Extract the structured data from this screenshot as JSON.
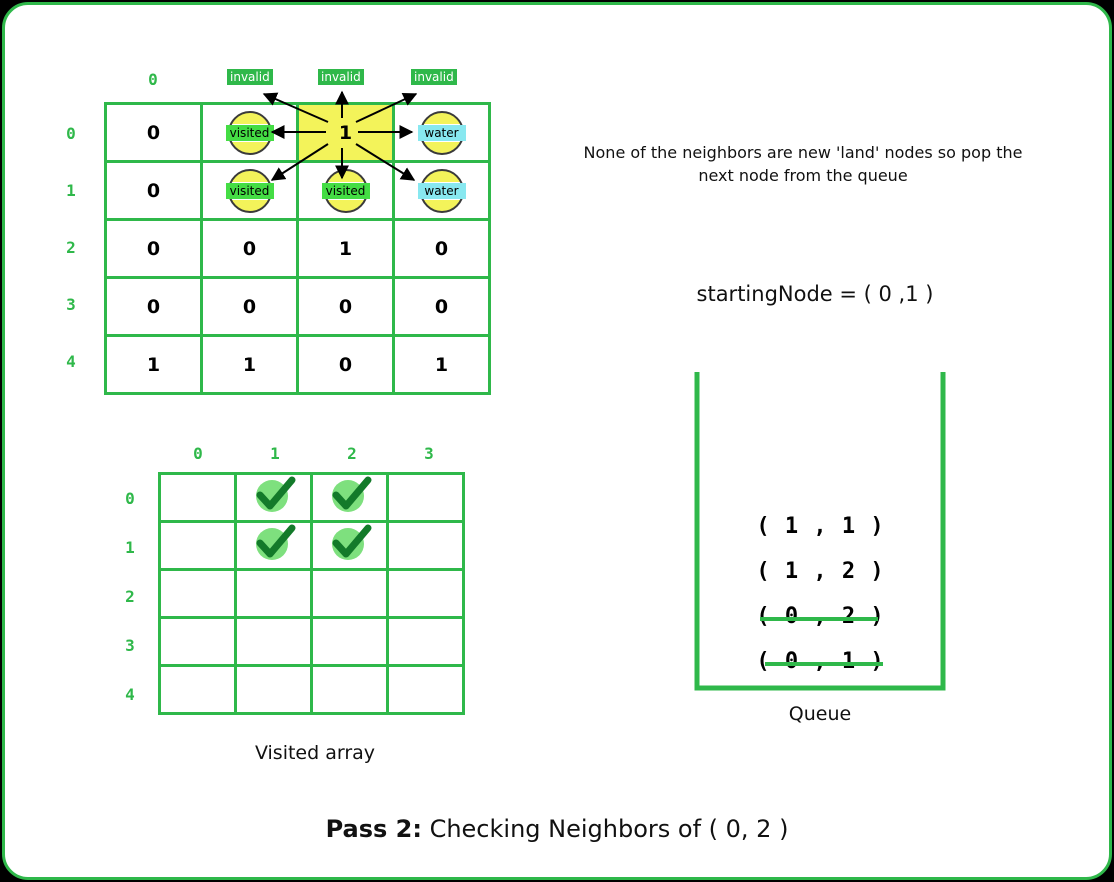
{
  "main_grid": {
    "col_header": "0",
    "row_headers": [
      "0",
      "1",
      "2",
      "3",
      "4"
    ],
    "invalid_labels": [
      "invalid",
      "invalid",
      "invalid"
    ],
    "rows": [
      [
        {
          "v": "0"
        },
        {
          "circle": "visited"
        },
        {
          "v": "1",
          "hl": true
        },
        {
          "circle": "water"
        }
      ],
      [
        {
          "v": "0"
        },
        {
          "circle": "visited"
        },
        {
          "circle": "visited"
        },
        {
          "circle": "water"
        }
      ],
      [
        {
          "v": "0"
        },
        {
          "v": "0"
        },
        {
          "v": "1"
        },
        {
          "v": "0"
        }
      ],
      [
        {
          "v": "0"
        },
        {
          "v": "0"
        },
        {
          "v": "0"
        },
        {
          "v": "0"
        }
      ],
      [
        {
          "v": "1"
        },
        {
          "v": "1"
        },
        {
          "v": "0"
        },
        {
          "v": "1"
        }
      ]
    ]
  },
  "message": {
    "line1": "None of the neighbors are new 'land' nodes so pop the",
    "line2": "next node from the queue"
  },
  "starting_node": "startingNode = ( 0 ,1 )",
  "visited": {
    "col_headers": [
      "0",
      "1",
      "2",
      "3"
    ],
    "row_headers": [
      "0",
      "1",
      "2",
      "3",
      "4"
    ],
    "checked": [
      [
        0,
        1
      ],
      [
        0,
        2
      ],
      [
        1,
        1
      ],
      [
        1,
        2
      ]
    ],
    "caption": "Visited array"
  },
  "queue": {
    "items": [
      {
        "text": "( 1 , 1 )",
        "popped": false
      },
      {
        "text": "( 1 , 2 )",
        "popped": false
      },
      {
        "text": "( 0 , 2 )",
        "popped": true
      },
      {
        "text": "( 0 , 1 )",
        "popped": true
      }
    ],
    "caption": "Queue"
  },
  "footer": {
    "bold": "Pass 2:",
    "rest": " Checking Neighbors of ( 0, 2 )"
  },
  "colors": {
    "accent": "#2fb84a",
    "highlight": "#f3f35a",
    "visited": "#44dd44",
    "water": "#88e8f0"
  }
}
